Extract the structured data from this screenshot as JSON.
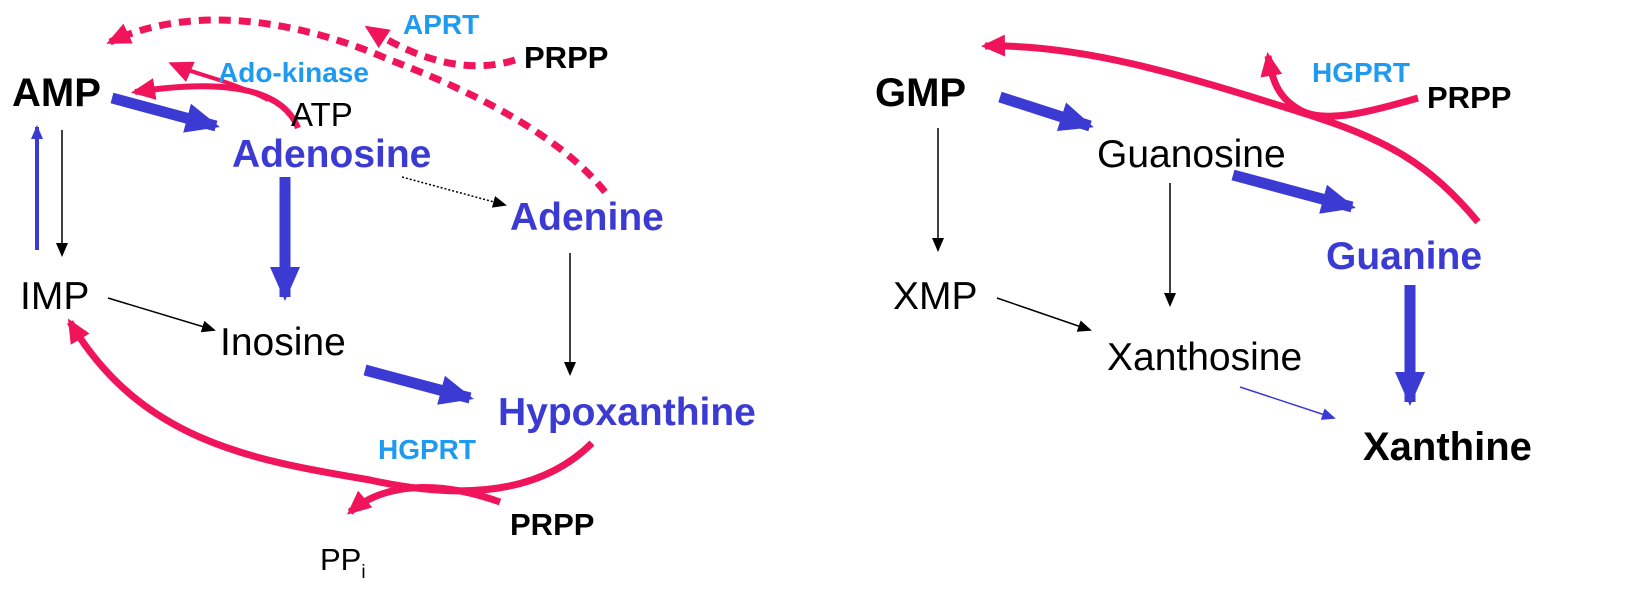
{
  "colors": {
    "blue": "#3b3bd4",
    "pink": "#f0145a",
    "enzyme": "#1e9af0",
    "black": "#000000"
  },
  "left": {
    "amp": "AMP",
    "adenosine": "Adenosine",
    "adenine": "Adenine",
    "imp": "IMP",
    "inosine": "Inosine",
    "hypoxanthine": "Hypoxanthine",
    "atp": "ATP",
    "aprt": "APRT",
    "ado_kinase": "Ado-kinase",
    "prpp_top": "PRPP",
    "hgprt": "HGPRT",
    "prpp_bottom": "PRPP",
    "ppi_main": "PP",
    "ppi_sub": "i"
  },
  "right": {
    "gmp": "GMP",
    "guanosine": "Guanosine",
    "guanine": "Guanine",
    "xmp": "XMP",
    "xanthosine": "Xanthosine",
    "xanthine": "Xanthine",
    "hgprt": "HGPRT",
    "prpp": "PRPP"
  }
}
